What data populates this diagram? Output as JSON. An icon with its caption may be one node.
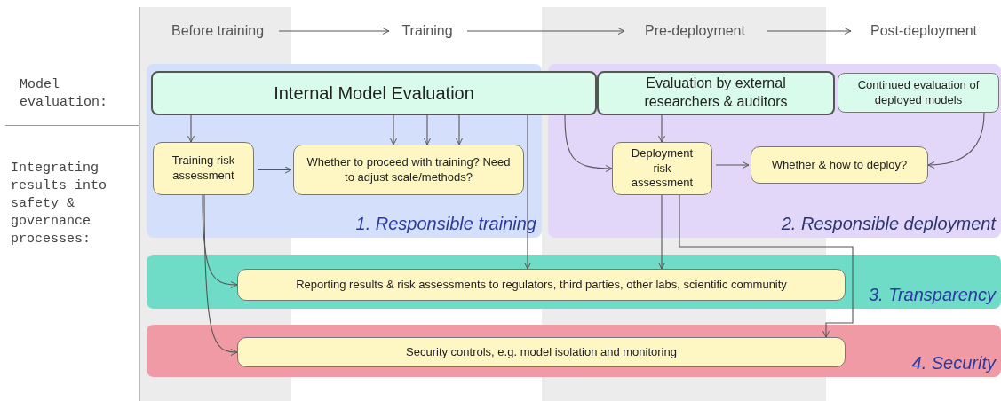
{
  "diagram": {
    "nodes": [
      {
        "text": [
          "Before training"
        ]
      },
      {
        "text": [
          "Training"
        ]
      },
      {
        "text": [
          "Pre-deployment"
        ]
      },
      {
        "text": [
          "Post-deployment"
        ]
      },
      {
        "text": [
          "1. Responsible training"
        ]
      },
      {
        "text": [
          "2. Responsible deployment"
        ]
      },
      {
        "text": [
          "3. Transparency"
        ]
      },
      {
        "text": [
          "4. Security"
        ]
      },
      {
        "text": [
          "Internal Model Evaluation"
        ]
      },
      {
        "text": [
          "Evaluation by external researchers & auditors"
        ],
        "in": 5
      },
      {
        "text": [
          "Continued evaluation of deployed models"
        ],
        "in": 5
      },
      {
        "text": [
          "Training risk assessment"
        ],
        "in": 4
      },
      {
        "text": [
          "Whether to proceed with training? Need to adjust scale/methods?"
        ],
        "in": 4
      },
      {
        "text": [
          "Deployment risk assessment"
        ],
        "in": 5
      },
      {
        "text": [
          "Whether & how to deploy?"
        ],
        "in": 5
      },
      {
        "text": [
          "Reporting results & risk assessments to regulators, third parties, other labs, scientific community"
        ],
        "in": 6
      },
      {
        "text": [
          "Security controls, e.g. model isolation and monitoring"
        ],
        "in": 7
      }
    ],
    "edges": [
      {
        "from": 0,
        "to": 1,
        "arrow": "to"
      },
      {
        "from": 1,
        "to": 2,
        "arrow": "to"
      },
      {
        "from": 2,
        "to": 3,
        "arrow": "to"
      },
      {
        "from": 8,
        "to": 11,
        "arrow": "to"
      },
      {
        "from": 8,
        "to": 12,
        "arrow": "to"
      },
      {
        "from": 8,
        "to": 12,
        "arrow": "to"
      },
      {
        "from": 8,
        "to": 12,
        "arrow": "to"
      },
      {
        "from": 11,
        "to": 12,
        "arrow": "to"
      },
      {
        "from": 8,
        "to": 15,
        "arrow": "to"
      },
      {
        "from": 8,
        "to": 13,
        "arrow": "to"
      },
      {
        "from": 9,
        "to": 13,
        "arrow": "to"
      },
      {
        "from": 13,
        "to": 14,
        "arrow": "to"
      },
      {
        "from": 10,
        "to": 14,
        "arrow": "to"
      },
      {
        "from": 11,
        "to": 15,
        "arrow": "to"
      },
      {
        "from": 11,
        "to": 16,
        "arrow": "to"
      },
      {
        "from": 13,
        "to": 15,
        "arrow": "to"
      },
      {
        "from": 13,
        "to": 16,
        "arrow": "to"
      }
    ],
    "labels": [
      "Model evaluation:",
      "Integrating results into safety & governance processes:"
    ]
  }
}
